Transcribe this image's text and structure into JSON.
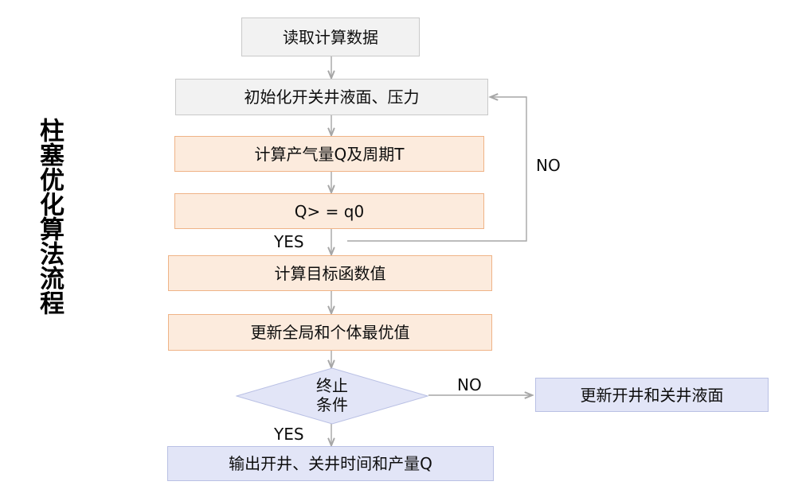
{
  "diagram": {
    "type": "flowchart",
    "title_vertical": "柱塞优化算法流程",
    "nodes": [
      {
        "id": "read-data",
        "label": "读取计算数据",
        "shape": "rect",
        "style": "gray"
      },
      {
        "id": "init",
        "label": "初始化开关井液面、压力",
        "shape": "rect",
        "style": "gray"
      },
      {
        "id": "calc-q-t",
        "label": "计算产气量Q及周期T",
        "shape": "rect",
        "style": "orange"
      },
      {
        "id": "check-q",
        "label": "Q> = q0",
        "shape": "rect",
        "style": "orange"
      },
      {
        "id": "calc-obj",
        "label": "计算目标函数值",
        "shape": "rect",
        "style": "orange"
      },
      {
        "id": "update-best",
        "label": "更新全局和个体最优值",
        "shape": "rect",
        "style": "orange"
      },
      {
        "id": "stop-cond",
        "label_line1": "终止",
        "label_line2": "条件",
        "shape": "diamond",
        "style": "blue"
      },
      {
        "id": "update-levels",
        "label": "更新开井和关井液面",
        "shape": "rect",
        "style": "blue"
      },
      {
        "id": "output",
        "label": "输出开井、关井时间和产量Q",
        "shape": "rect",
        "style": "blue"
      }
    ],
    "edge_labels": {
      "check_q_yes": "YES",
      "check_q_no": "NO",
      "stop_cond_no": "NO",
      "stop_cond_yes": "YES"
    },
    "colors": {
      "gray_fill": "#f2f2f2",
      "gray_border": "#c9c9c9",
      "orange_fill": "#fcebdd",
      "orange_border": "#efb387",
      "blue_fill": "#e2e5f7",
      "blue_border": "#b9c0e4",
      "connector": "#a6a6a6",
      "text": "#0d0d0d",
      "background": "#ffffff"
    }
  }
}
